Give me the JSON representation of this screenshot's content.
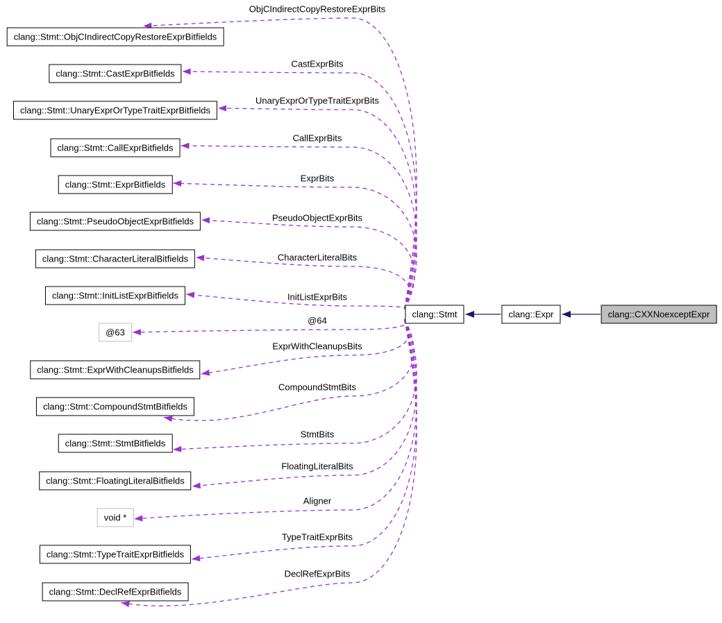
{
  "diagram": {
    "type": "collaboration-graph",
    "colors": {
      "background": "#ffffff",
      "usage_edge": "#9a32cd",
      "inheritance_edge": "#191970",
      "node_border": "#000000",
      "anon_node_border": "#bdbdbd",
      "node_fill": "#ffffff",
      "highlight_fill": "#bfbfbf",
      "text": "#000000"
    },
    "left_nodes": [
      {
        "label": "clang::Stmt::ObjCIndirectCopyRestoreExprBitfields",
        "edge_label": "ObjCIndirectCopyRestoreExprBits",
        "anon": false
      },
      {
        "label": "clang::Stmt::CastExprBitfields",
        "edge_label": "CastExprBits",
        "anon": false
      },
      {
        "label": "clang::Stmt::UnaryExprOrTypeTraitExprBitfields",
        "edge_label": "UnaryExprOrTypeTraitExprBits",
        "anon": false
      },
      {
        "label": "clang::Stmt::CallExprBitfields",
        "edge_label": "CallExprBits",
        "anon": false
      },
      {
        "label": "clang::Stmt::ExprBitfields",
        "edge_label": "ExprBits",
        "anon": false
      },
      {
        "label": "clang::Stmt::PseudoObjectExprBitfields",
        "edge_label": "PseudoObjectExprBits",
        "anon": false
      },
      {
        "label": "clang::Stmt::CharacterLiteralBitfields",
        "edge_label": "CharacterLiteralBits",
        "anon": false
      },
      {
        "label": "clang::Stmt::InitListExprBitfields",
        "edge_label": "InitListExprBits",
        "anon": false
      },
      {
        "label": "@63",
        "edge_label": "@64",
        "anon": true
      },
      {
        "label": "clang::Stmt::ExprWithCleanupsBitfields",
        "edge_label": "ExprWithCleanupsBits",
        "anon": false
      },
      {
        "label": "clang::Stmt::CompoundStmtBitfields",
        "edge_label": "CompoundStmtBits",
        "anon": false
      },
      {
        "label": "clang::Stmt::StmtBitfields",
        "edge_label": "StmtBits",
        "anon": false
      },
      {
        "label": "clang::Stmt::FloatingLiteralBitfields",
        "edge_label": "FloatingLiteralBits",
        "anon": false
      },
      {
        "label": "void *",
        "edge_label": "Aligner",
        "anon": true
      },
      {
        "label": "clang::Stmt::TypeTraitExprBitfields",
        "edge_label": "TypeTraitExprBits",
        "anon": false
      },
      {
        "label": "clang::Stmt::DeclRefExprBitfields",
        "edge_label": "DeclRefExprBits",
        "anon": false
      }
    ],
    "chain": [
      {
        "label": "clang::Stmt",
        "highlight": false
      },
      {
        "label": "clang::Expr",
        "highlight": false
      },
      {
        "label": "clang::CXXNoexceptExpr",
        "highlight": true
      }
    ]
  }
}
